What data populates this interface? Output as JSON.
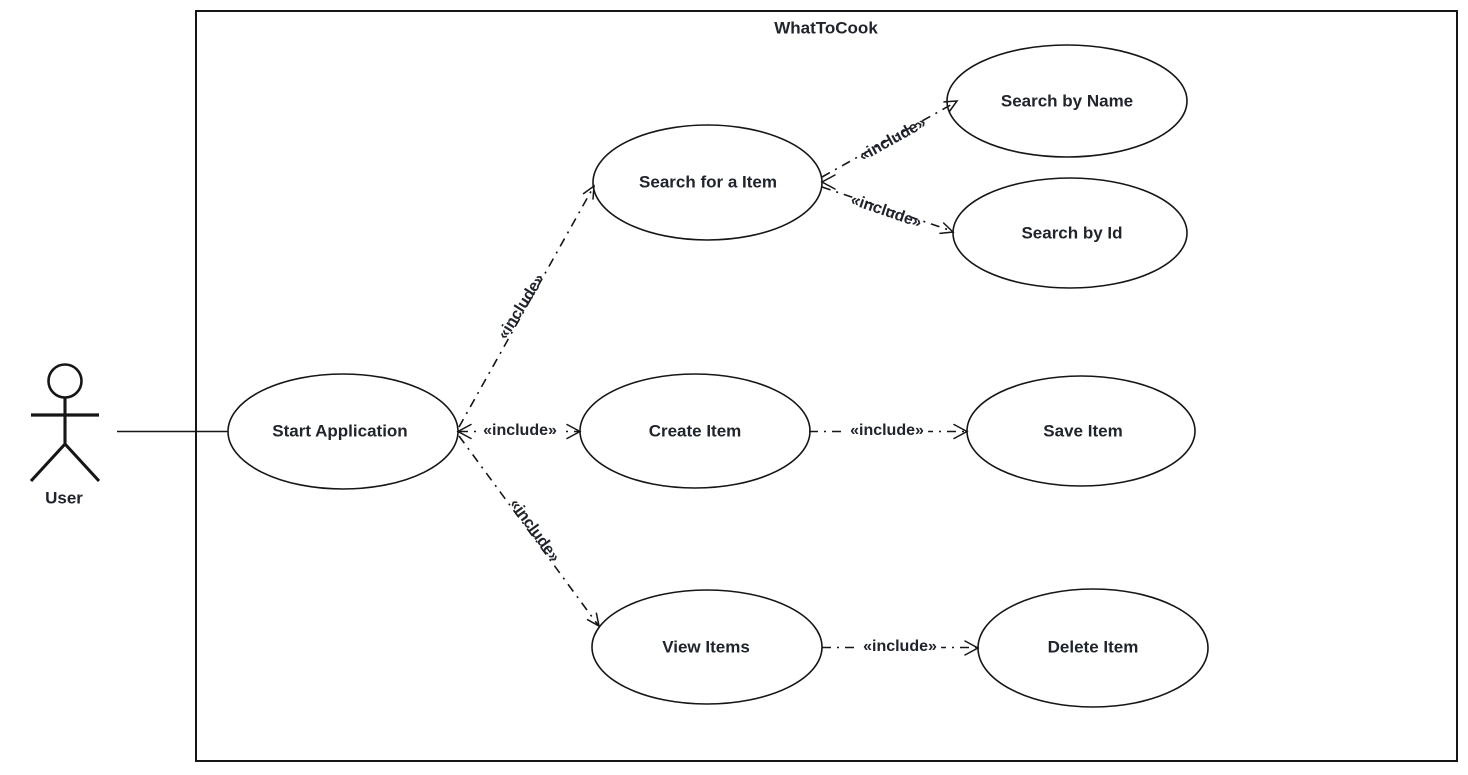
{
  "diagram": {
    "type": "uml-use-case-diagram",
    "system": {
      "title": "WhatToCook"
    },
    "actors": [
      {
        "name": "User"
      }
    ],
    "use_cases": [
      {
        "label": "Start Application"
      },
      {
        "label": "Search for a Item"
      },
      {
        "label": "Search by Name"
      },
      {
        "label": "Search by Id"
      },
      {
        "label": "Create Item"
      },
      {
        "label": "Save Item"
      },
      {
        "label": "View Items"
      },
      {
        "label": "Delete Item"
      }
    ],
    "associations": [
      {
        "from": "User",
        "to": "Start Application"
      }
    ],
    "includes": [
      {
        "from": "Start Application",
        "to": "Search for a Item",
        "label": "«include»"
      },
      {
        "from": "Start Application",
        "to": "Create Item",
        "label": "«include»"
      },
      {
        "from": "Start Application",
        "to": "View Items",
        "label": "«include»"
      },
      {
        "from": "Search for a Item",
        "to": "Search by Name",
        "label": "«include»"
      },
      {
        "from": "Search for a Item",
        "to": "Search by Id",
        "label": "«include»"
      },
      {
        "from": "Create Item",
        "to": "Save Item",
        "label": "«include»"
      },
      {
        "from": "View Items",
        "to": "Delete Item",
        "label": "«include»"
      }
    ],
    "colors": {
      "stroke": "#161616",
      "text": "#20242c",
      "background": "#ffffff"
    }
  }
}
